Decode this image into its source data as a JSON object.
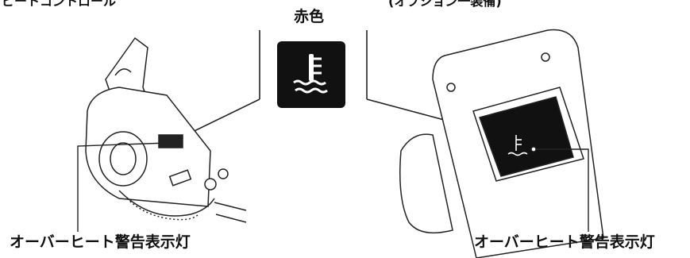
{
  "header": {
    "left_partial": "ビートコントロール",
    "right_partial": "(オプション一装備)"
  },
  "indicator": {
    "color_label": "赤色",
    "icon": "engine-temperature-warning-icon",
    "colors": {
      "panel": "#111111",
      "symbol": "#ffffff",
      "line": "#222222"
    }
  },
  "labels": {
    "left": "オーバーヒート警告表示灯",
    "right": "オーバーヒート警告表示灯"
  }
}
